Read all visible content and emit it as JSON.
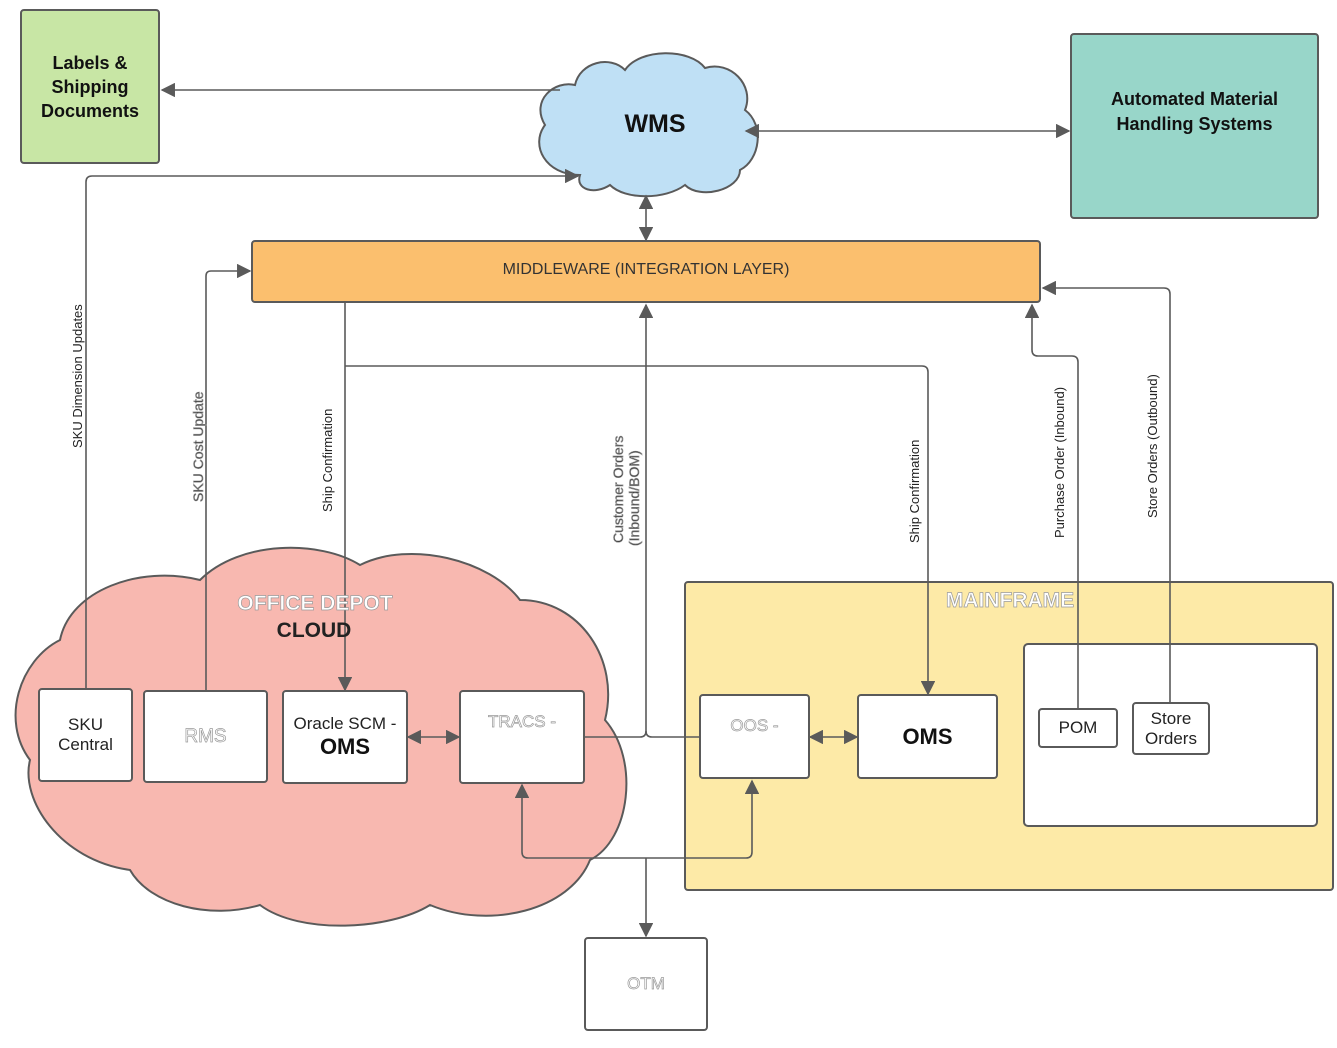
{
  "boxes": {
    "labels": "Labels & Shipping Documents",
    "wms": "WMS",
    "amhs": "Automated Material Handling Systems",
    "middleware": "MIDDLEWARE (INTEGRATION LAYER)",
    "cloud_title_1": "OFFICE DEPOT",
    "cloud_title_2": "CLOUD",
    "mainframe_title": "MAINFRAME",
    "sku_central": "SKU Central",
    "rms": "RMS",
    "oracle_line1": "Oracle SCM -",
    "oracle_line2": "OMS",
    "tracs": "TRACS -",
    "oos": "OOS -",
    "oms": "OMS",
    "pom": "POM",
    "store_orders": "Store Orders",
    "otm": "OTM"
  },
  "edge_labels": {
    "sku_dim": "SKU Dimension Updates",
    "sku_cost": "SKU Cost Update",
    "ship_conf_1": "Ship Confirmation",
    "customer_orders_1": "Customer Orders",
    "customer_orders_2": "(Inbound/BOM)",
    "ship_conf_2": "Ship Confirmation",
    "purchase_order": "Purchase Order (Inbound)",
    "store_orders_out": "Store Orders (Outbound)"
  },
  "colors": {
    "labels_fill": "#c8e6a5",
    "wms_fill": "#bfe0f5",
    "amhs_fill": "#98d6c9",
    "middleware_fill": "#fbbf6e",
    "cloud_fill": "#f8b8b0",
    "mainframe_fill": "#fdeaa7",
    "line": "#5a5a5a"
  }
}
